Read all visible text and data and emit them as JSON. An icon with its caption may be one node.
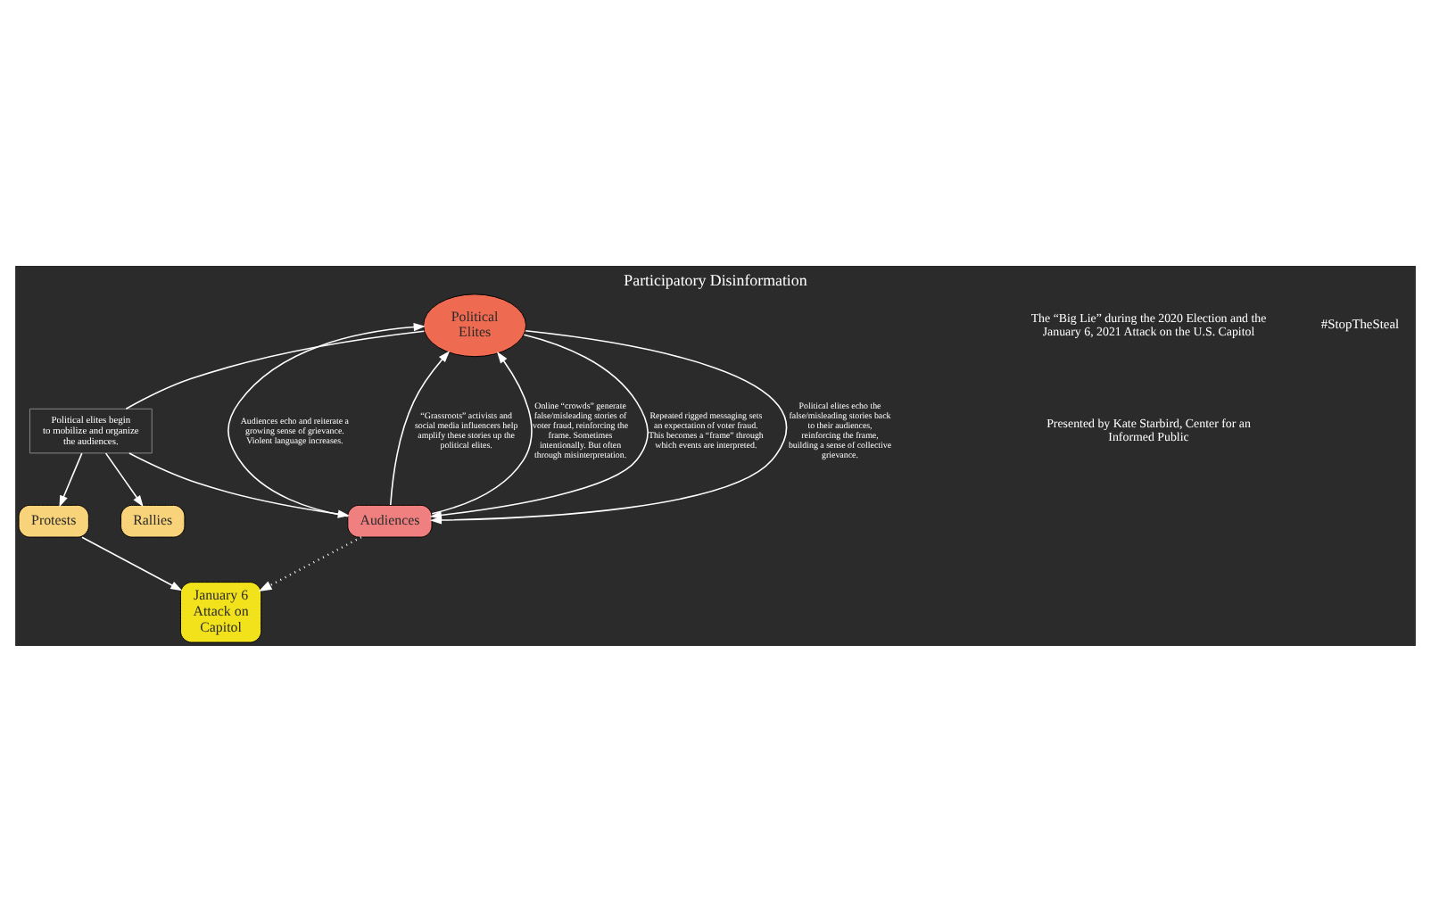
{
  "diagram": {
    "title": "Participatory Disinformation",
    "nodes": [
      {
        "text": [
          "Political Elites"
        ]
      },
      {
        "text": [
          "Audiences"
        ]
      },
      {
        "text": [
          "Political elites begin to mobilize and organize the audiences."
        ]
      },
      {
        "text": [
          "Rallies"
        ]
      },
      {
        "text": [
          "Protests"
        ]
      },
      {
        "text": [
          "January 6 Attack on Capitol"
        ]
      }
    ],
    "edges": [
      {
        "from": 1,
        "to": 0,
        "arrow": "to",
        "label": "Audiences echo and reiterate a growing sense of grievance. Violent language increases."
      },
      {
        "from": 1,
        "to": 0,
        "arrow": "to",
        "label": "“Grassroots” activists and social media influencers help amplify these stories up the political elites."
      },
      {
        "from": 1,
        "to": 0,
        "arrow": "to",
        "label": "Online “crowds” generate false/misleading stories of voter fraud, reinforcing the frame. Sometimes intentionally. But often through misinterpretation."
      },
      {
        "from": 0,
        "to": 1,
        "arrow": "to",
        "label": "Repeated rigged messaging sets an expectation of voter fraud. This becomes a “frame” through which events are interpreted."
      },
      {
        "from": 0,
        "to": 1,
        "arrow": "to",
        "label": "Political elites echo the false/misleading stories back to their audiences, reinforcing the frame, building a sense of collective grievance."
      },
      {
        "from": 0,
        "to": 2,
        "arrow": "none"
      },
      {
        "from": 2,
        "to": 1,
        "arrow": "to"
      },
      {
        "from": 2,
        "to": 3,
        "arrow": "to"
      },
      {
        "from": 2,
        "to": 4,
        "arrow": "to"
      },
      {
        "from": 4,
        "to": 5,
        "arrow": "to"
      },
      {
        "from": 1,
        "to": 5,
        "arrow": "to",
        "style": "dashed"
      }
    ],
    "labels": [
      "The “Big Lie” during the 2020 Election and the January 6, 2021 Attack on the U.S. Capitol",
      "Presented by Kate Starbird, Center for an Informed Public",
      "#StopTheSteal"
    ]
  }
}
